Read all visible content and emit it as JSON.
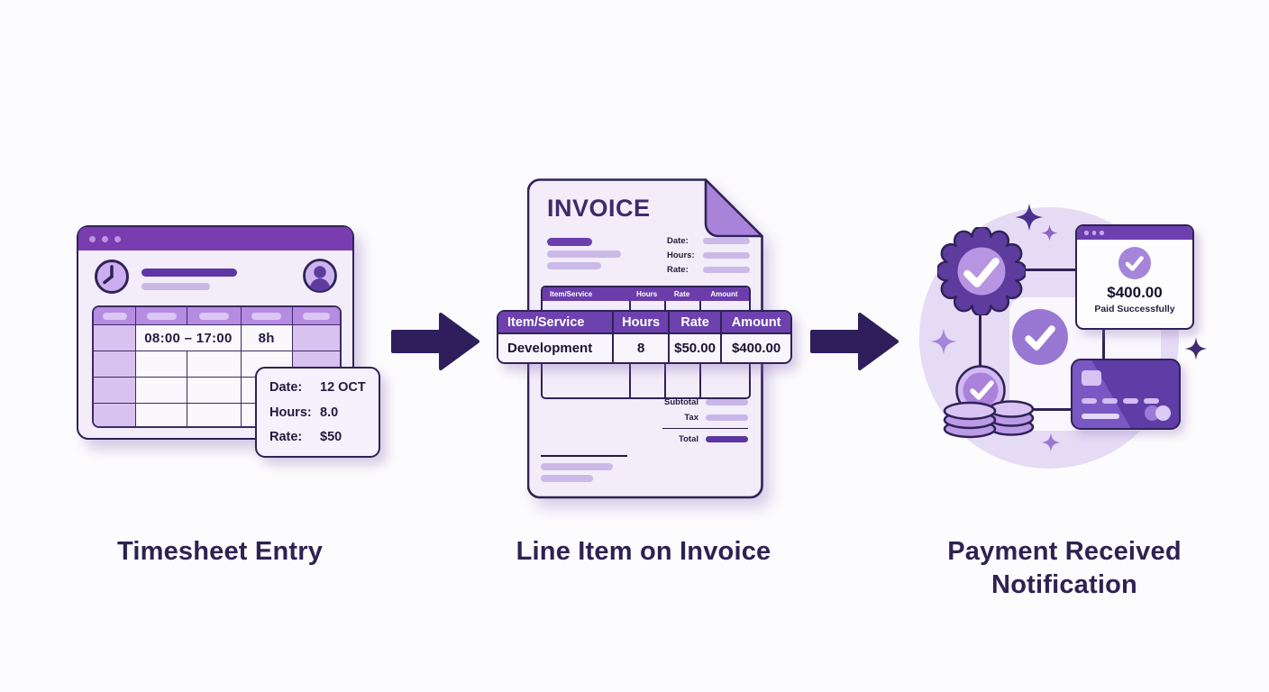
{
  "colors": {
    "accent_purple": "#7a3daf",
    "deep_purple": "#2f2257",
    "table_header_purple": "#6d41ae",
    "light_lavender": "#e5dbf4",
    "arrow": "#2e1f5c"
  },
  "steps": {
    "timesheet": {
      "caption": "Timesheet Entry",
      "time_range": "08:00 – 17:00",
      "hours_badge": "8h",
      "tooltip": {
        "date_label": "Date:",
        "date_value": "12 OCT",
        "hours_label": "Hours:",
        "hours_value": "8.0",
        "rate_label": "Rate:",
        "rate_value": "$50"
      }
    },
    "invoice": {
      "caption": "Line Item on Invoice",
      "title": "INVOICE",
      "meta": {
        "date_label": "Date:",
        "hours_label": "Hours:",
        "rate_label": "Rate:"
      },
      "table_headers": [
        "Item/Service",
        "Hours",
        "Rate",
        "Amount"
      ],
      "line_item": {
        "item": "Development",
        "hours": "8",
        "rate": "$50.00",
        "amount": "$400.00"
      },
      "totals": {
        "subtotal_label": "Subtotal",
        "tax_label": "Tax",
        "total_label": "Total"
      }
    },
    "payment": {
      "caption": "Payment Received Notification",
      "amount": "$400.00",
      "status": "Paid Successfully"
    }
  }
}
